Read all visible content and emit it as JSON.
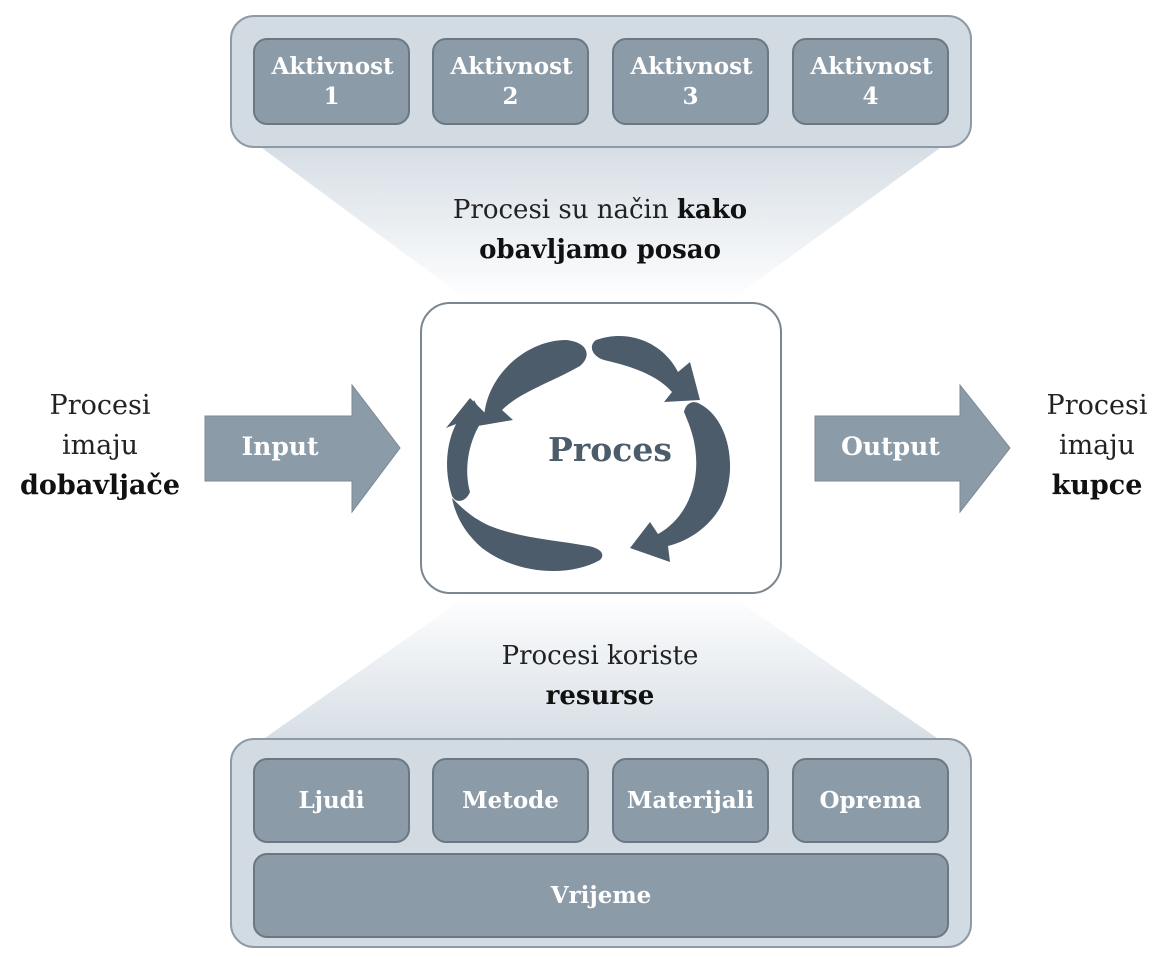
{
  "activities": [
    "Aktivnost 1",
    "Aktivnost 2",
    "Aktivnost 3",
    "Aktivnost 4"
  ],
  "caption_top": {
    "plain": "Procesi su način ",
    "bold_line1": "kako",
    "bold_line2": "obavljamo posao"
  },
  "left": {
    "line1": "Procesi",
    "line2": "imaju",
    "bold": "dobavljače"
  },
  "right": {
    "line1": "Procesi",
    "line2": "imaju",
    "bold": "kupce"
  },
  "input_label": "Input",
  "output_label": "Output",
  "center_label": "Proces",
  "caption_bottom": {
    "plain": "Procesi koriste",
    "bold": "resurse"
  },
  "resources": [
    "Ljudi",
    "Metode",
    "Materijali",
    "Oprema"
  ],
  "resource_wide": "Vrijeme",
  "colors": {
    "panel": "#d3dbe2",
    "box": "#8c9ba8",
    "arrow": "#8c9ba8",
    "cycle": "#4d5c6a",
    "funnel": "#e9edf0"
  }
}
